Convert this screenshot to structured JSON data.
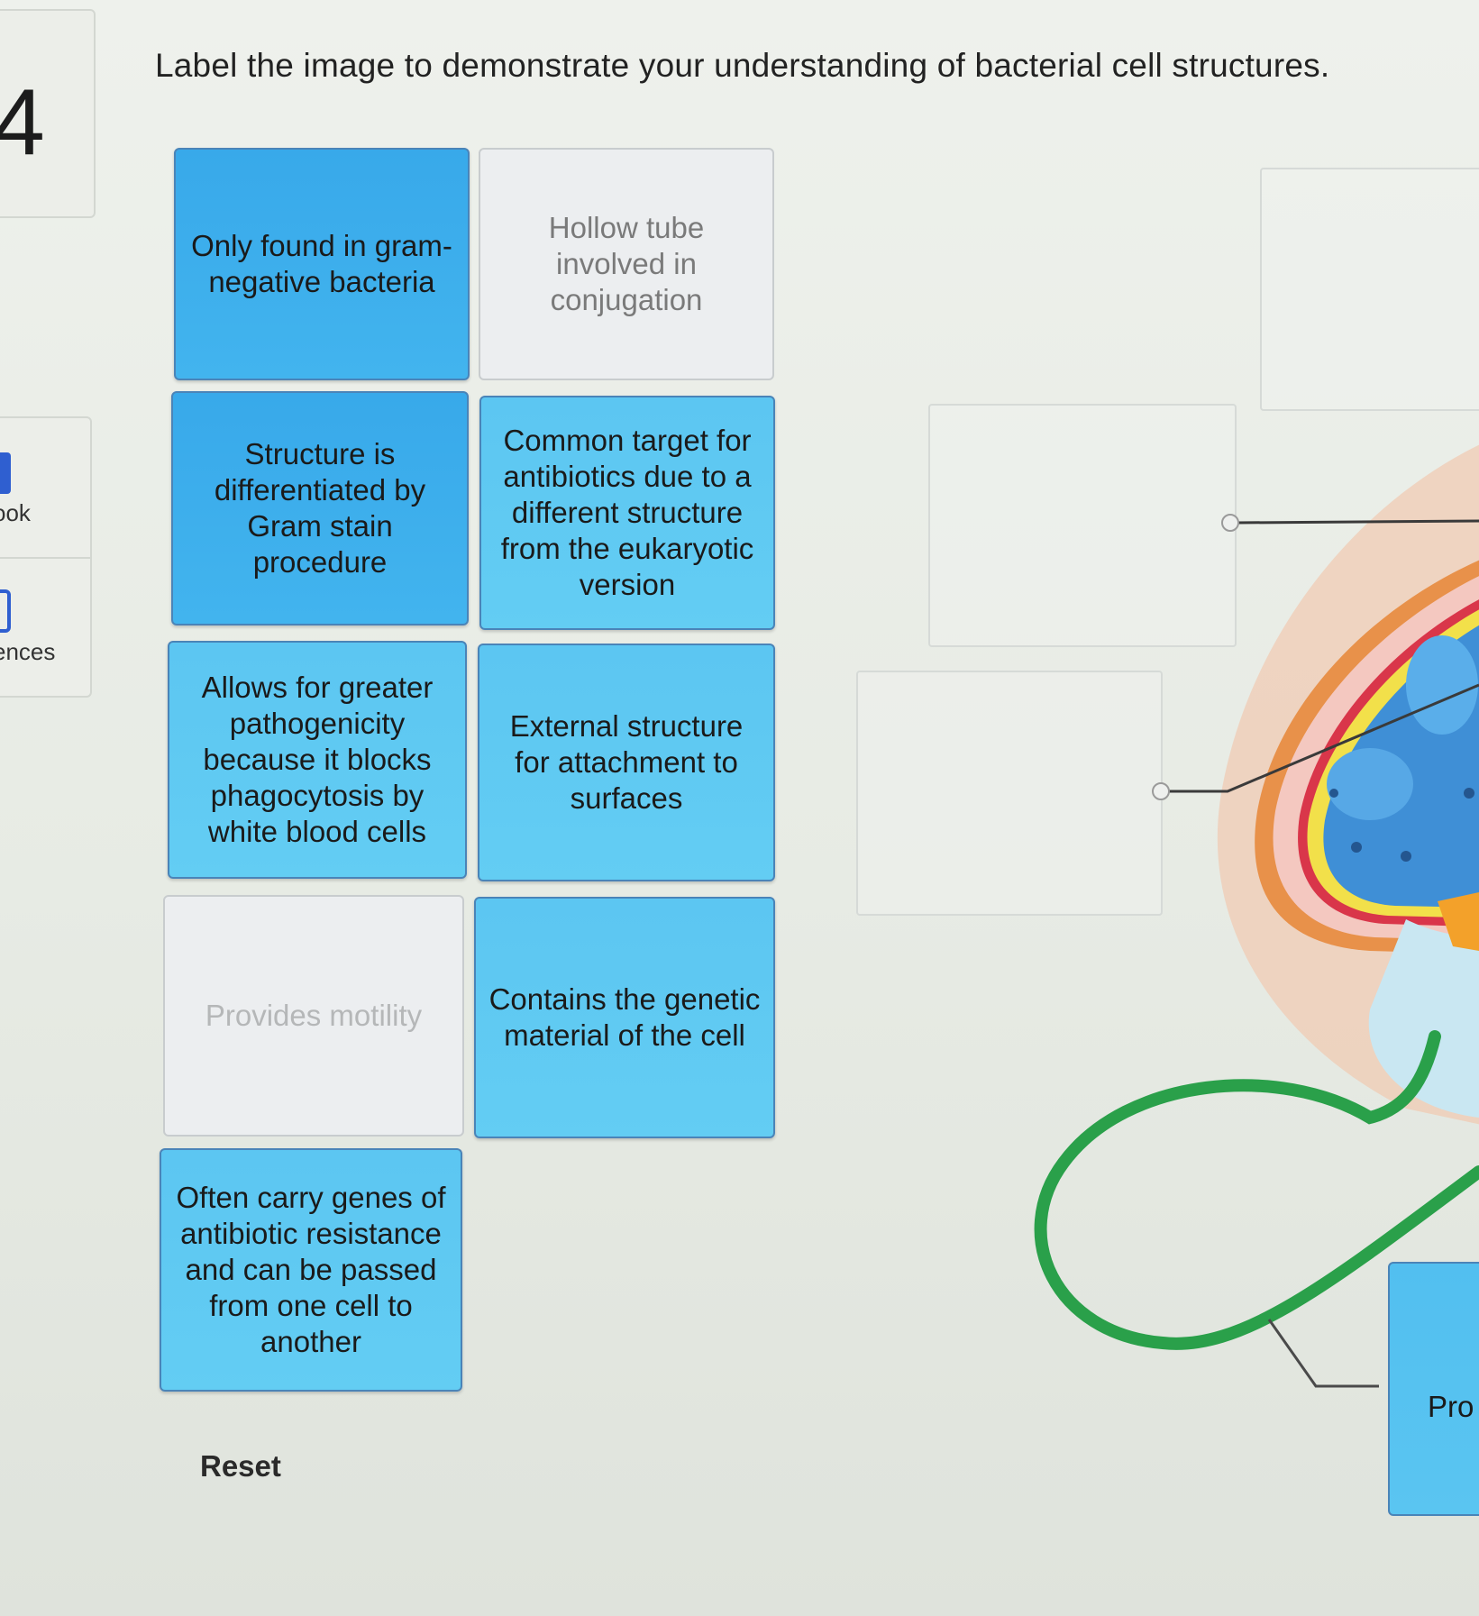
{
  "sidebar": {
    "question_number": "4",
    "links": [
      {
        "label": "ook",
        "icon": "book-icon"
      },
      {
        "label": "ences",
        "icon": "clipboard-icon"
      }
    ]
  },
  "question": {
    "prompt": "Label the image to demonstrate your understanding of bacterial cell structures."
  },
  "label_bank": [
    {
      "text": "Only found in gram-negative bacteria",
      "state": "available"
    },
    {
      "text": "Hollow tube involved in conjugation",
      "state": "placed"
    },
    {
      "text": "Structure is differentiated by Gram stain procedure",
      "state": "available"
    },
    {
      "text": "Common target for antibiotics due to a different structure from the eukaryotic version",
      "state": "available"
    },
    {
      "text": "Allows for greater pathogenicity because it blocks phagocytosis by white blood cells",
      "state": "available"
    },
    {
      "text": "External structure for attachment to surfaces",
      "state": "available"
    },
    {
      "text": "Provides motility",
      "state": "placed"
    },
    {
      "text": "Contains the genetic material of the cell",
      "state": "available"
    },
    {
      "text": "Often carry genes of antibiotic resistance and can be passed from one cell to another",
      "state": "available"
    }
  ],
  "reset_label": "Reset",
  "diagram": {
    "placed_label_partial": "Pro",
    "colors": {
      "card_blue": "#38a9ea",
      "card_light": "#5cc6f2",
      "flagellum": "#2aa04a",
      "cell_wall_orange": "#e8914a",
      "cytoplasm": "#3f8fd6"
    }
  }
}
